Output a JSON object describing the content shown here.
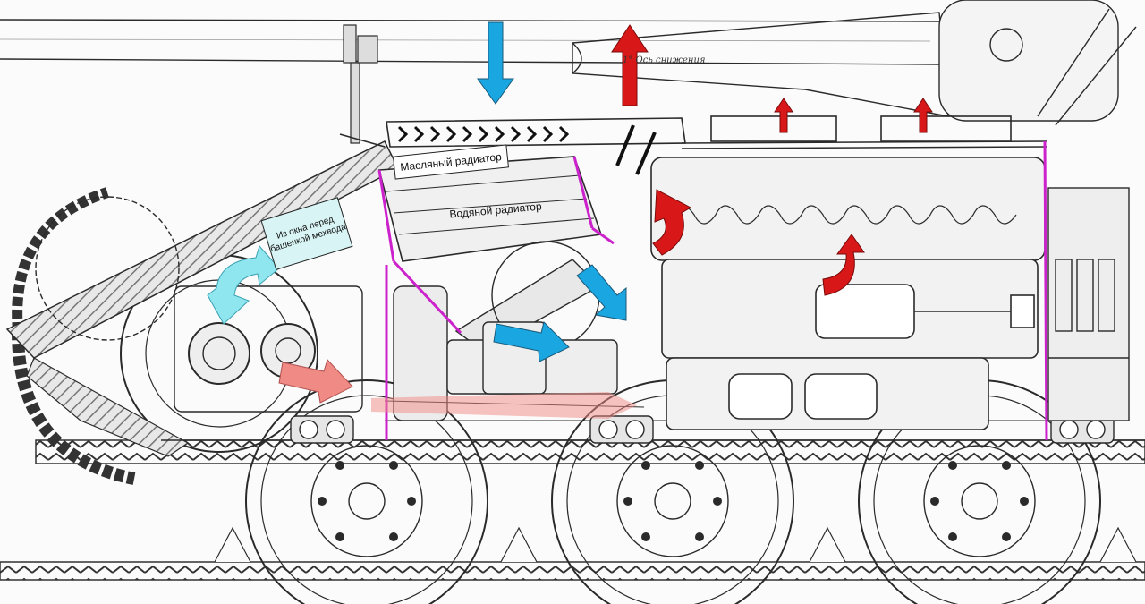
{
  "labels": {
    "oil_radiator": "Масляный радиатор",
    "water_radiator": "Водяной радиатор",
    "hull_window": "Из окна перед башенкой мехвода",
    "handwritten_note": "1°  Ось снижения"
  },
  "colors": {
    "cold_air": "#1aa6e0",
    "cold_air_light": "#8fe6ef",
    "hot_air": "#d81818",
    "hot_air_light": "#ef8a84",
    "partition": "#cc22cc",
    "line": "#2a2a2a"
  },
  "icons": {
    "air_in": "arrow-down-icon",
    "air_out": "arrow-up-icon",
    "flow": "curved-arrow-icon"
  }
}
